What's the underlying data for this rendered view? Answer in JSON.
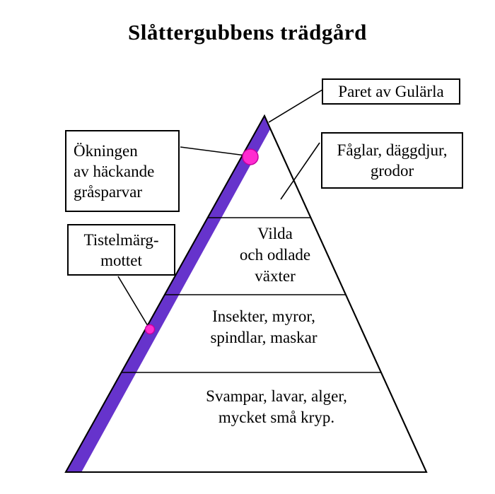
{
  "title": "Slåttergubbens trädgård",
  "colors": {
    "band": "#6633CC",
    "marker": "#FF2BD0",
    "marker_outline": "#C4009E"
  },
  "callouts": {
    "paret": {
      "text": "Paret av Gulärla"
    },
    "faglar": {
      "line1": "Fåglar, däggdjur,",
      "line2": "grodor"
    },
    "okningen": {
      "line1": "Ökningen",
      "line2": "av häckande",
      "line3": "gråsparvar"
    },
    "tistel": {
      "line1": "Tistelmärg-",
      "line2": "mottet"
    }
  },
  "pyramid_sections": {
    "vilda": {
      "line1": "Vilda",
      "line2": "och odlade",
      "line3": "växter"
    },
    "insekter": {
      "line1": "Insekter, myror,",
      "line2": "spindlar, maskar"
    },
    "svampar": {
      "line1": "Svampar, lavar, alger,",
      "line2": "mycket små kryp."
    }
  }
}
